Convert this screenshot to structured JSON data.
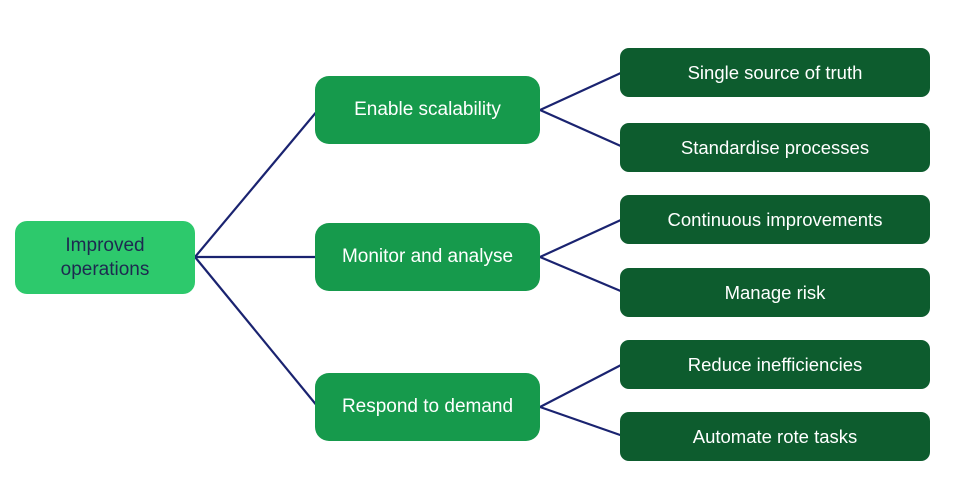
{
  "diagram": {
    "root": {
      "label": "Improved operations"
    },
    "branches": [
      {
        "label": "Enable scalability",
        "children": [
          {
            "label": "Single source of truth"
          },
          {
            "label": "Standardise processes"
          }
        ]
      },
      {
        "label": "Monitor and analyse",
        "children": [
          {
            "label": "Continuous improvements"
          },
          {
            "label": "Manage risk"
          }
        ]
      },
      {
        "label": "Respond to demand",
        "children": [
          {
            "label": "Reduce inefficiencies"
          },
          {
            "label": "Automate rote tasks"
          }
        ]
      }
    ]
  },
  "colors": {
    "root": "#2dc96c",
    "branch": "#169a4c",
    "leaf": "#0d5c2e",
    "line": "#1a2370"
  }
}
